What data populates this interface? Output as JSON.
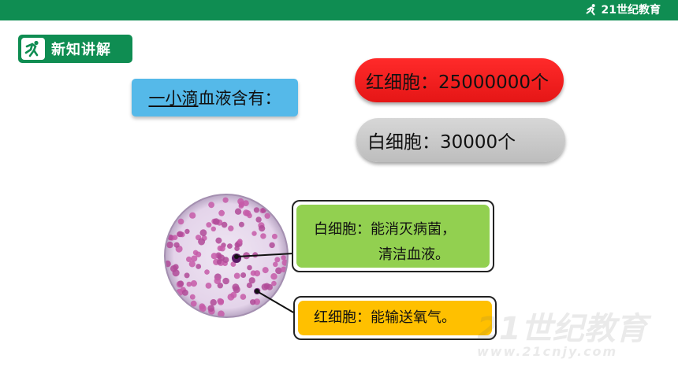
{
  "header": {
    "brand_text": "21世纪教育",
    "brand_color": "#0f8d52"
  },
  "section": {
    "label": "新知讲解",
    "icon": "runner-icon"
  },
  "question": {
    "underlined_part": "一小滴",
    "rest": "血液含有："
  },
  "counts": {
    "red": "红细胞：25000000个",
    "white": "白细胞：30000个"
  },
  "callouts": {
    "white_line1": "白细胞：能消灭病菌，",
    "white_line2": "清洁血液。",
    "red": "红细胞：能输送氧气。"
  },
  "watermark": {
    "main": "21世纪教育",
    "sub": "www.21cnjy.com"
  }
}
